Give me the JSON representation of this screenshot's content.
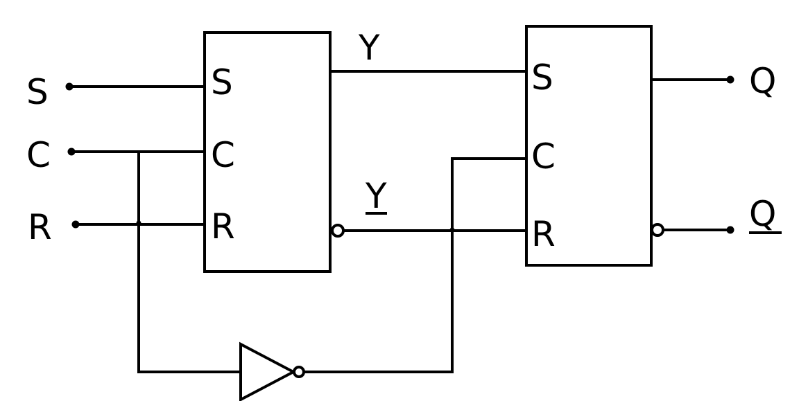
{
  "inputs": {
    "s": "S",
    "c": "C",
    "r": "R"
  },
  "flipflop1": {
    "s": "S",
    "c": "C",
    "r": "R"
  },
  "flipflop2": {
    "s": "S",
    "c": "C",
    "r": "R"
  },
  "signals": {
    "y": "Y",
    "y_inv": "Y"
  },
  "outputs": {
    "q": "Q",
    "q_inv": "Q"
  }
}
